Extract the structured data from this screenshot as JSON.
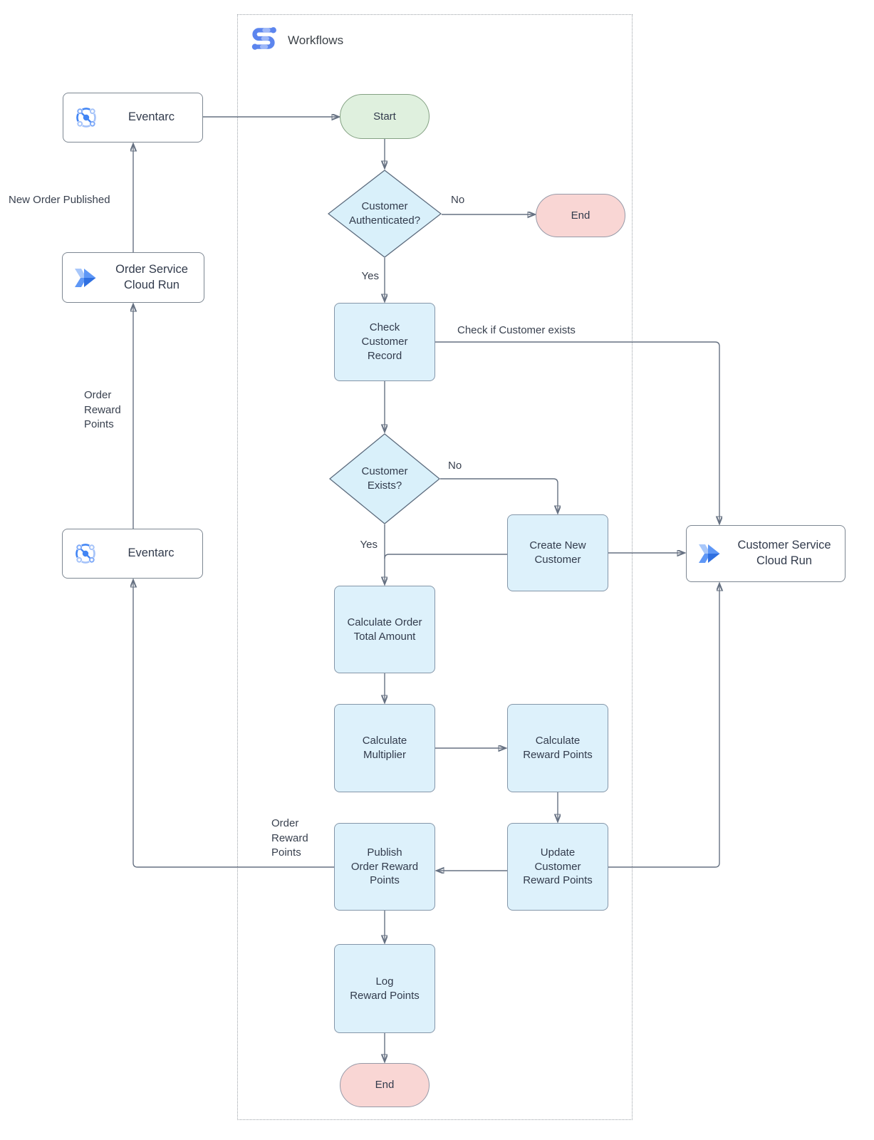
{
  "container": {
    "title": "Workflows"
  },
  "colors": {
    "process_fill": "#ddf1fb",
    "process_stroke": "#8496a9",
    "decision_fill": "#d9f0fa",
    "decision_stroke": "#5c6b7d",
    "start_fill": "#dff0de",
    "start_stroke": "#84a183",
    "end_fill": "#f9d6d4",
    "end_stroke": "#979aa8",
    "service_stroke": "#7d8792",
    "connector": "#667182",
    "arrowhead": "#333d4d",
    "icon_blue": "#4285f4",
    "icon_blue_light": "#a5c3f9"
  },
  "nodes": {
    "eventarc_top": {
      "label": "Eventarc"
    },
    "order_service": {
      "label": "Order Service\nCloud Run"
    },
    "eventarc_bottom": {
      "label": "Eventarc"
    },
    "start": {
      "label": "Start"
    },
    "auth_decision": {
      "label": "Customer\nAuthenticated?"
    },
    "end_top": {
      "label": "End"
    },
    "check_record": {
      "label": "Check\nCustomer\nRecord"
    },
    "exists_decision": {
      "label": "Customer\nExists?"
    },
    "create_customer": {
      "label": "Create New\nCustomer"
    },
    "customer_service": {
      "label": "Customer Service\nCloud Run"
    },
    "calc_total": {
      "label": "Calculate Order\nTotal Amount"
    },
    "calc_multiplier": {
      "label": "Calculate\nMultiplier"
    },
    "calc_reward": {
      "label": "Calculate\nReward Points"
    },
    "update_reward": {
      "label": "Update\nCustomer\nReward Points"
    },
    "publish_points": {
      "label": "Publish\nOrder Reward\nPoints"
    },
    "log_points": {
      "label": "Log\nReward Points"
    },
    "end_bottom": {
      "label": "End"
    }
  },
  "edge_labels": {
    "auth_no": "No",
    "auth_yes": "Yes",
    "check_exists": "Check if Customer exists",
    "exists_no": "No",
    "exists_yes": "Yes",
    "new_order_published": "New Order Published",
    "order_reward_points_left": "Order\nReward\nPoints",
    "order_reward_points_publish": "Order\nReward\nPoints"
  }
}
